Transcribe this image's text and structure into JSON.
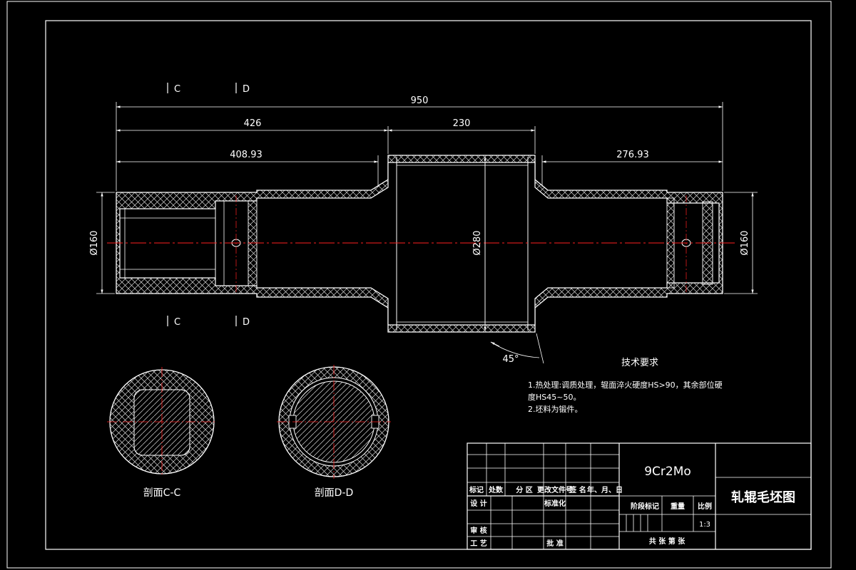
{
  "dimensions": {
    "overall_length": "950",
    "left_section": "426",
    "center_section": "230",
    "left_neck": "408.93",
    "right_neck": "276.93",
    "left_diameter": "Ø160",
    "center_diameter": "Ø280",
    "right_diameter": "Ø160",
    "chamfer_angle": "45°"
  },
  "section_marks": {
    "c_top": "C",
    "d_top": "D",
    "c_bottom": "C",
    "d_bottom": "D"
  },
  "sections": {
    "cc_label": "剖面C-C",
    "dd_label": "剖面D-D"
  },
  "tech_requirements": {
    "title": "技术要求",
    "line1": "1.热处理:调质处理，辊面淬火硬度HS>90，其余部位硬",
    "line2": "度HS45~50。",
    "line3": "2.坯料为锻件。"
  },
  "title_block": {
    "material": "9Cr2Mo",
    "drawing_name": "轧辊毛坯图",
    "scale": "1:3",
    "headers": {
      "mark": "标记",
      "count": "处数",
      "zone": "分 区",
      "change_doc": "更改文件号",
      "signature": "签 名",
      "date": "年、月、日",
      "design": "设 计",
      "standardize": "标准化",
      "stage_mark": "阶段标记",
      "weight": "重量",
      "ratio": "比例",
      "review": "审 核",
      "process": "工 艺",
      "approve": "批 准",
      "total_sheets": "共   张  第   张"
    }
  },
  "colors": {
    "line": "#ffffff",
    "centerline": "#ff2020",
    "hatch": "#ffffff",
    "background": "#000000"
  }
}
